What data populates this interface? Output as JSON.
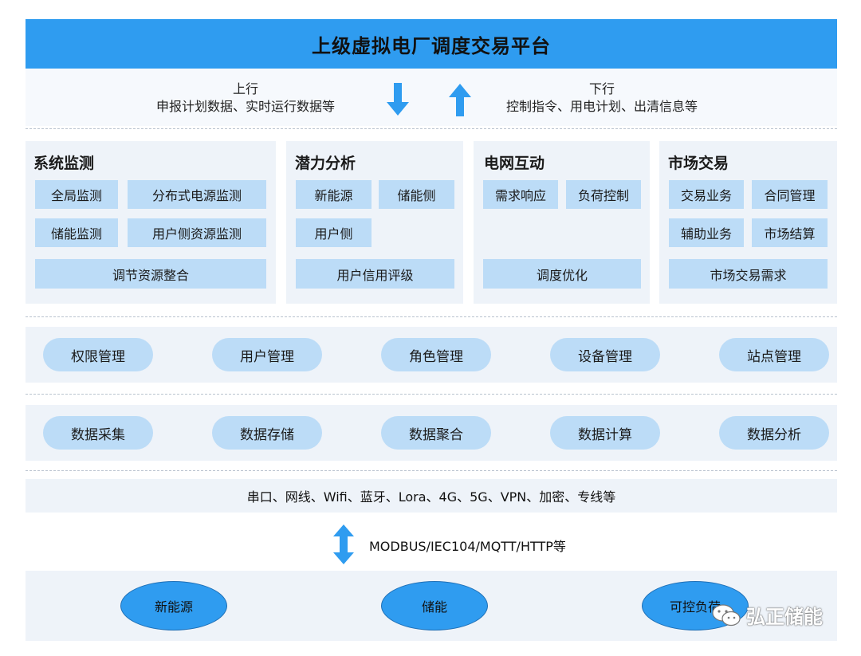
{
  "header": {
    "title": "上级虚拟电厂调度交易平台"
  },
  "flow": {
    "up_title": "上行",
    "up_desc": "申报计划数据、实时运行数据等",
    "down_title": "下行",
    "down_desc": "控制指令、用电计划、出清信息等"
  },
  "panels": [
    {
      "title": "系统监测",
      "chips": [
        "全局监测",
        "分布式电源监测",
        "储能监测",
        "用户侧资源监测",
        "调节资源整合"
      ]
    },
    {
      "title": "潜力分析",
      "chips": [
        "新能源",
        "储能侧",
        "用户侧",
        "用户信用评级"
      ]
    },
    {
      "title": "电网互动",
      "chips": [
        "需求响应",
        "负荷控制",
        "调度优化"
      ]
    },
    {
      "title": "市场交易",
      "chips": [
        "交易业务",
        "合同管理",
        "辅助业务",
        "市场结算",
        "市场交易需求"
      ]
    }
  ],
  "management": [
    "权限管理",
    "用户管理",
    "角色管理",
    "设备管理",
    "站点管理"
  ],
  "data_layer": [
    "数据采集",
    "数据存储",
    "数据聚合",
    "数据计算",
    "数据分析"
  ],
  "communication": "串口、网线、Wifi、蓝牙、Lora、4G、5G、VPN、加密、专线等",
  "protocol": "MODBUS/IEC104/MQTT/HTTP等",
  "devices": [
    "新能源",
    "储能",
    "可控负荷"
  ],
  "watermark": "弘正储能",
  "colors": {
    "banner": "#2f9cf0",
    "arrow": "#2f9cf0",
    "chip": "#bcdcf7",
    "panel": "#eef3f9"
  }
}
